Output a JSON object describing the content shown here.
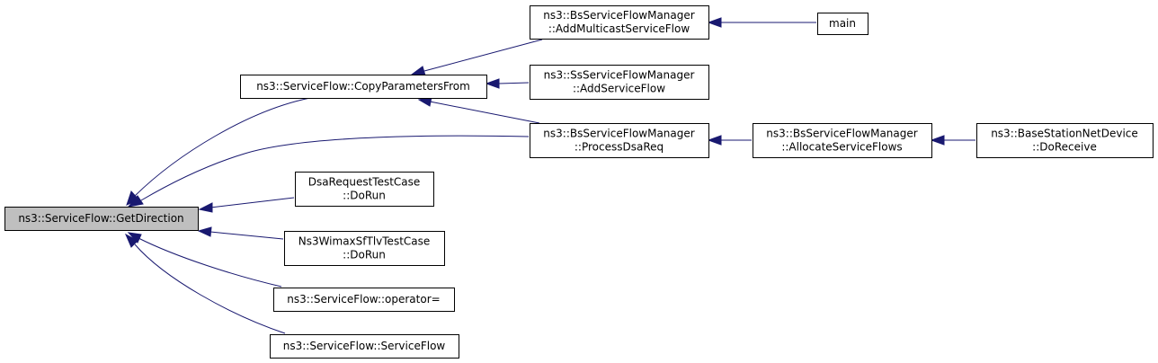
{
  "graph": {
    "nodes": [
      {
        "id": "getdirection",
        "lines": [
          "ns3::ServiceFlow::GetDirection"
        ],
        "focus": true
      },
      {
        "id": "copyparams",
        "lines": [
          "ns3::ServiceFlow::CopyParametersFrom"
        ]
      },
      {
        "id": "bs_addmulticast",
        "lines": [
          "ns3::BsServiceFlowManager",
          "::AddMulticastServiceFlow"
        ]
      },
      {
        "id": "main",
        "lines": [
          "main"
        ]
      },
      {
        "id": "ss_addserviceflow",
        "lines": [
          "ns3::SsServiceFlowManager",
          "::AddServiceFlow"
        ]
      },
      {
        "id": "bs_processdsareq",
        "lines": [
          "ns3::BsServiceFlowManager",
          "::ProcessDsaReq"
        ]
      },
      {
        "id": "bs_allocate",
        "lines": [
          "ns3::BsServiceFlowManager",
          "::AllocateServiceFlows"
        ]
      },
      {
        "id": "bsnd_doreceive",
        "lines": [
          "ns3::BaseStationNetDevice",
          "::DoReceive"
        ]
      },
      {
        "id": "dsarequest_dorun",
        "lines": [
          "DsaRequestTestCase",
          "::DoRun"
        ]
      },
      {
        "id": "ns3wimax_dorun",
        "lines": [
          "Ns3WimaxSfTlvTestCase",
          "::DoRun"
        ]
      },
      {
        "id": "operator_eq",
        "lines": [
          "ns3::ServiceFlow::operator="
        ]
      },
      {
        "id": "ctor",
        "lines": [
          "ns3::ServiceFlow::ServiceFlow"
        ]
      }
    ],
    "edges": [
      {
        "from": "copyparams",
        "to": "getdirection"
      },
      {
        "from": "bs_processdsareq",
        "to": "getdirection"
      },
      {
        "from": "dsarequest_dorun",
        "to": "getdirection"
      },
      {
        "from": "ns3wimax_dorun",
        "to": "getdirection"
      },
      {
        "from": "operator_eq",
        "to": "getdirection"
      },
      {
        "from": "ctor",
        "to": "getdirection"
      },
      {
        "from": "bs_addmulticast",
        "to": "copyparams"
      },
      {
        "from": "ss_addserviceflow",
        "to": "copyparams"
      },
      {
        "from": "bs_processdsareq",
        "to": "copyparams"
      },
      {
        "from": "main",
        "to": "bs_addmulticast"
      },
      {
        "from": "bs_allocate",
        "to": "bs_processdsareq"
      },
      {
        "from": "bsnd_doreceive",
        "to": "bs_allocate"
      }
    ],
    "colors": {
      "edge": "#191970",
      "focus_fill": "#bfbfbf",
      "box_fill": "#ffffff",
      "box_stroke": "#000000"
    }
  }
}
